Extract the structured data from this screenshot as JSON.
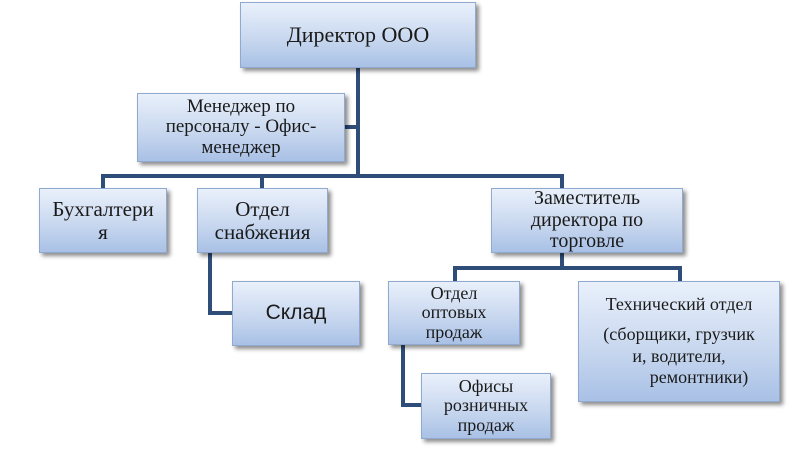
{
  "diagram": {
    "nodes": {
      "director": {
        "lines": [
          "Директор ООО"
        ]
      },
      "hr_manager": {
        "lines": [
          "Менеджер по",
          "персоналу - Офис-",
          "менеджер"
        ]
      },
      "accounting": {
        "lines": [
          "Бухгалтери",
          "я"
        ]
      },
      "supply": {
        "lines": [
          "Отдел",
          "снабжения"
        ]
      },
      "warehouse": {
        "lines": [
          "Склад"
        ]
      },
      "deputy": {
        "lines": [
          "Заместитель",
          "директора по",
          "торговле"
        ]
      },
      "wholesale": {
        "lines": [
          "Отдел",
          "оптовых",
          "продаж"
        ]
      },
      "retail": {
        "lines": [
          "Офисы",
          "розничных",
          "продаж"
        ]
      },
      "technical": {
        "lines": [
          "Технический  отдел",
          "(сборщики, грузчик",
          "и, водители,",
          "ремонтники)"
        ]
      }
    },
    "connector_color": "#2e4d78",
    "node_fill_top": "#e9f0fb",
    "node_fill_bottom": "#a9c1e6"
  }
}
